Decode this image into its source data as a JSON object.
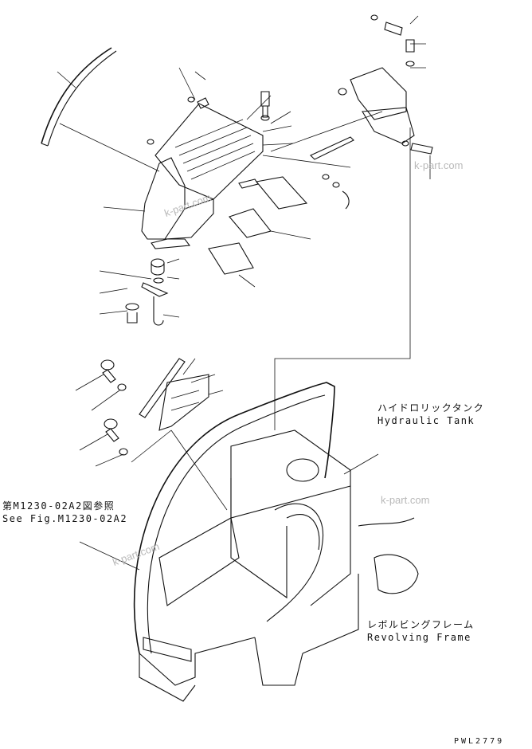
{
  "labels": {
    "hydraulic_tank_jp": "ハイドロリックタンク",
    "hydraulic_tank_en": "Hydraulic Tank",
    "revolving_frame_jp": "レボルビングフレーム",
    "revolving_frame_en": "Revolving Frame",
    "ref_jp": "第M1230-02A2図参照",
    "ref_en": "See Fig.M1230-02A2",
    "drawing_code": "PWL2779"
  },
  "watermarks": [
    "k-part.com",
    "k-part.com",
    "k-part.com",
    "k-part.com"
  ]
}
